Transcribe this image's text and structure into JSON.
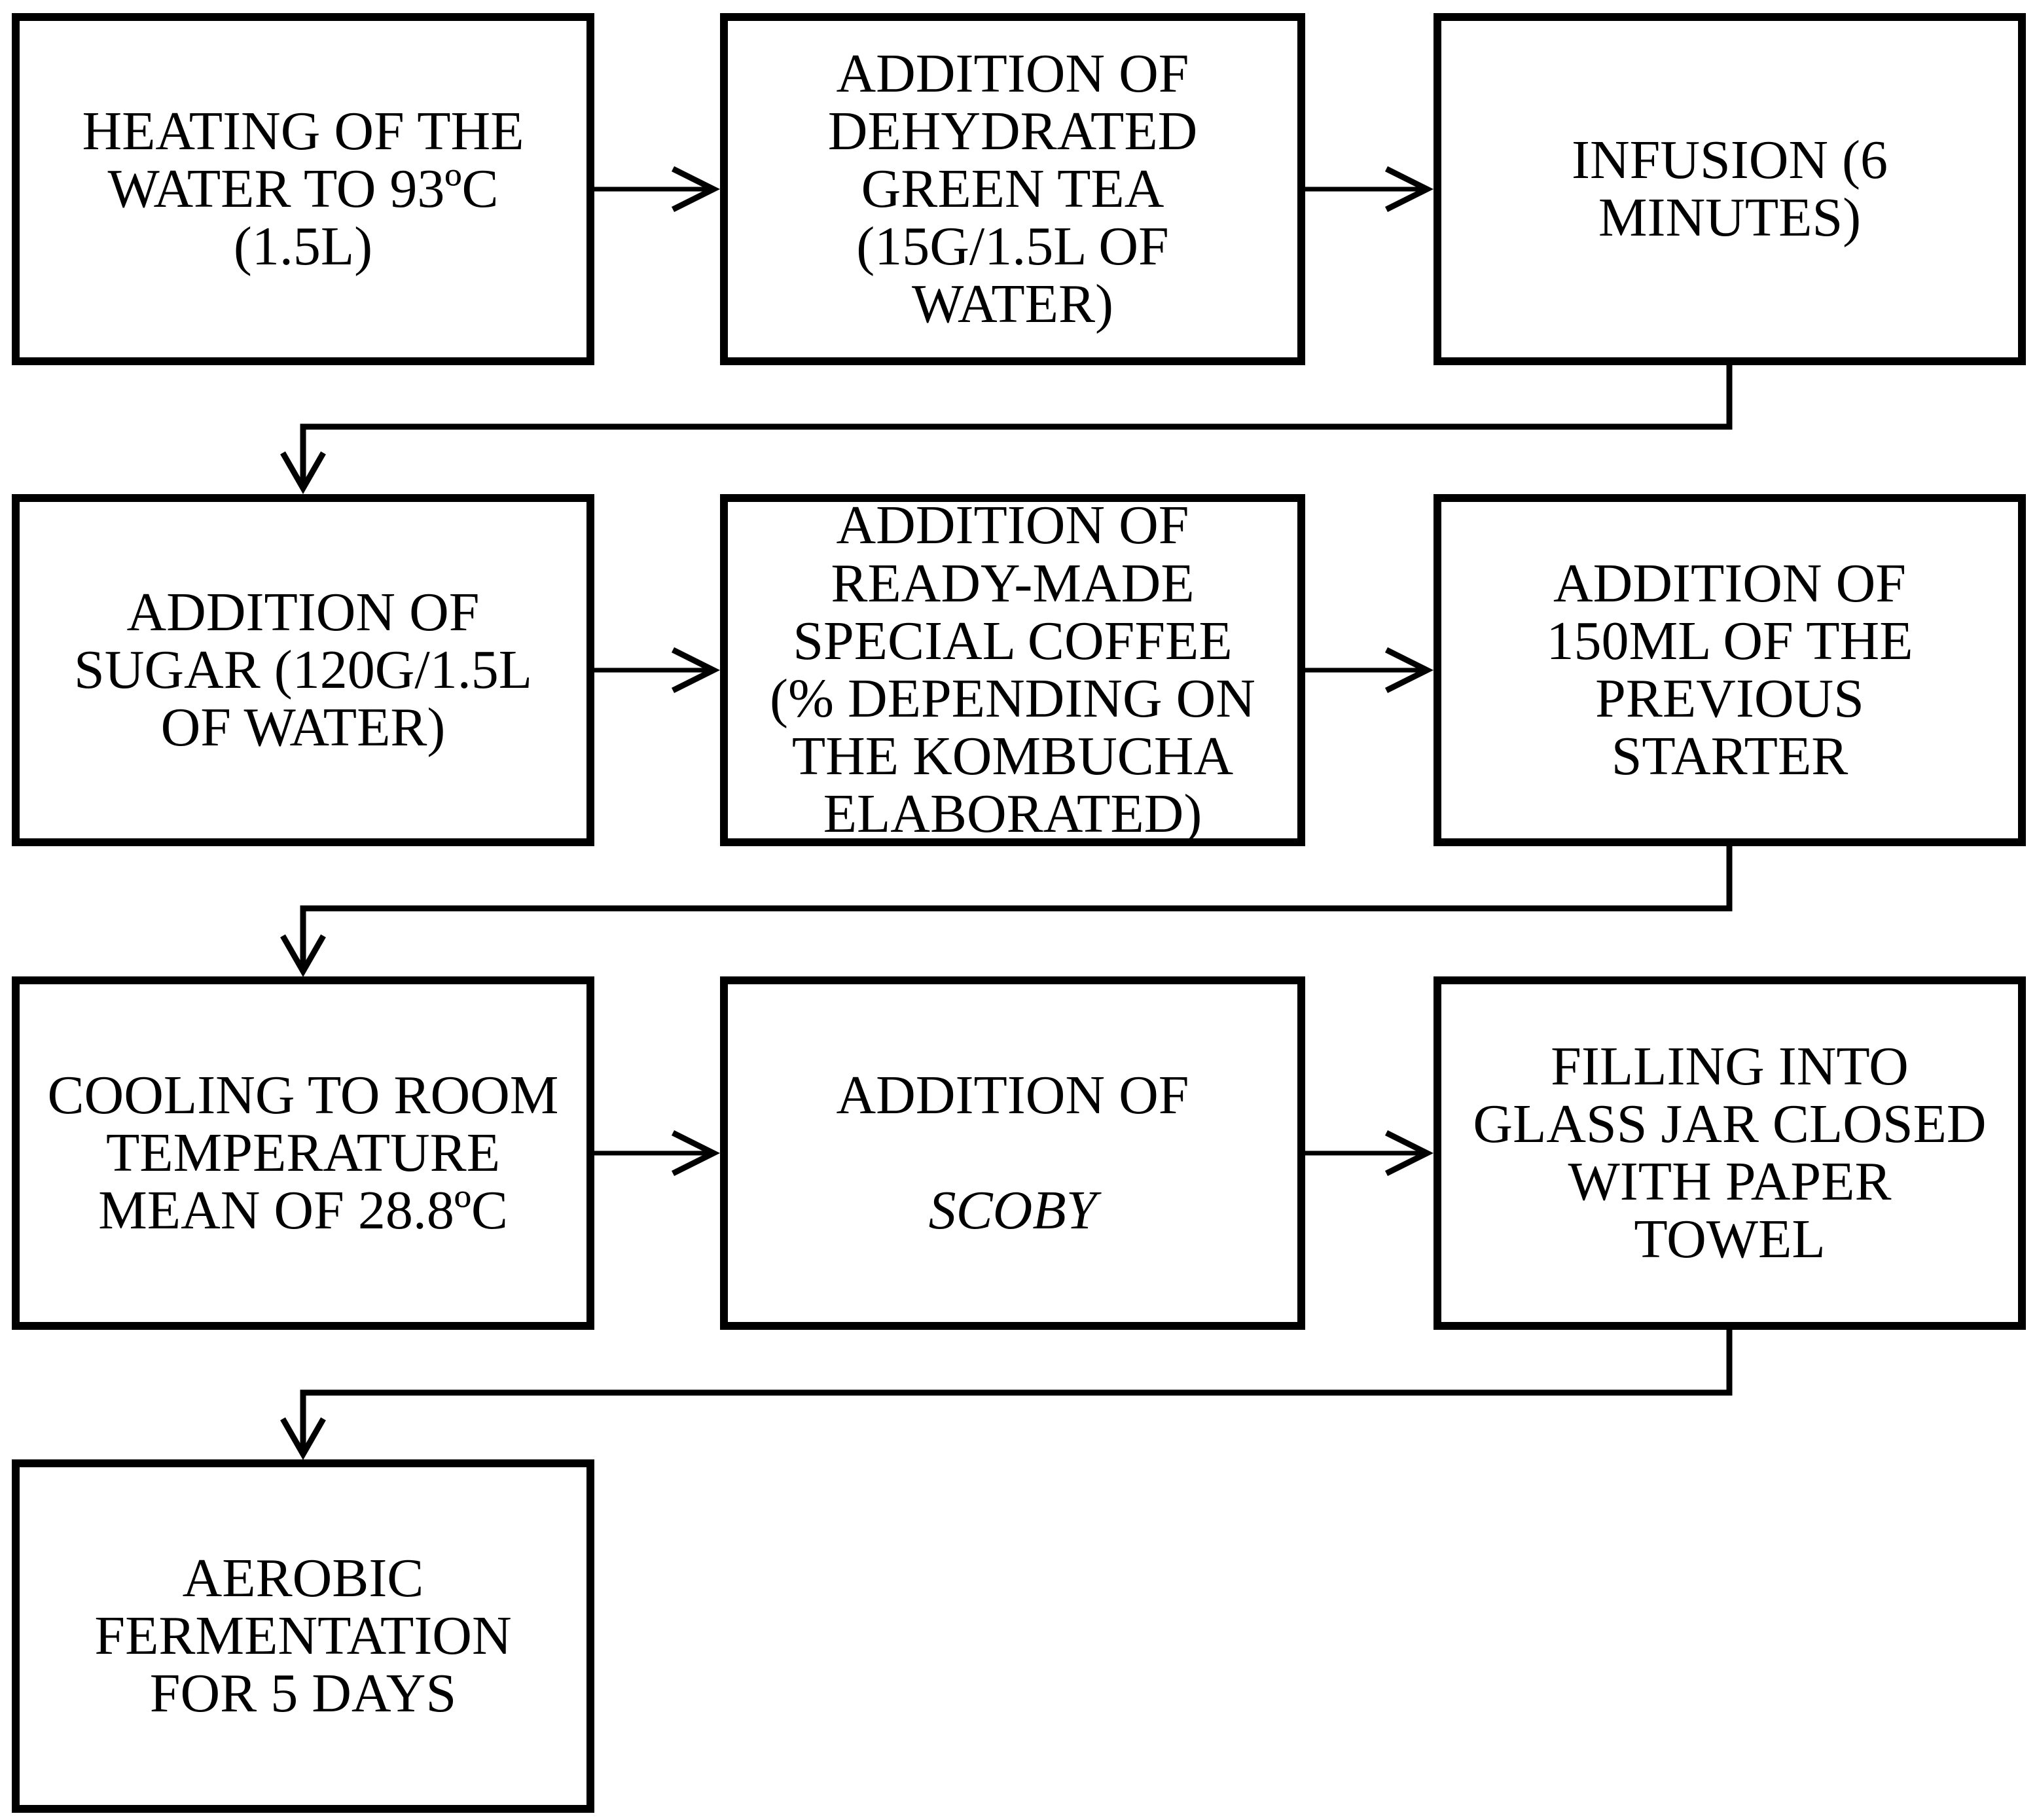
{
  "colors": {
    "background": "#ffffff",
    "lines_and_text": "#000000"
  },
  "diagram": {
    "type": "flowchart",
    "boxes": [
      {
        "id": "heating-water",
        "lines": [
          "HEATING OF THE",
          "WATER TO 93ºC",
          "(1.5L)"
        ]
      },
      {
        "id": "green-tea-addition",
        "lines": [
          "ADDITION OF",
          "DEHYDRATED",
          "GREEN TEA",
          "(15G/1.5L OF",
          "WATER)"
        ]
      },
      {
        "id": "infusion",
        "lines": [
          "INFUSION (6",
          "MINUTES)"
        ]
      },
      {
        "id": "sugar-addition",
        "lines": [
          "ADDITION OF",
          "SUGAR (120G/1.5L",
          "OF WATER)"
        ]
      },
      {
        "id": "coffee-addition",
        "lines": [
          "ADDITION OF",
          "READY-MADE",
          "SPECIAL COFFEE",
          "(% DEPENDING ON",
          "THE KOMBUCHA",
          "ELABORATED)"
        ]
      },
      {
        "id": "starter-addition",
        "lines": [
          "ADDITION OF",
          "150ML OF THE",
          "PREVIOUS",
          "STARTER"
        ]
      },
      {
        "id": "cooling",
        "lines": [
          "COOLING TO ROOM",
          "TEMPERATURE",
          "MEAN OF 28.8ºC"
        ]
      },
      {
        "id": "scoby-addition",
        "lines": [
          "ADDITION OF",
          "SCOBY"
        ],
        "italic_line_index": 1
      },
      {
        "id": "jar-filling",
        "lines": [
          "FILLING INTO",
          "GLASS JAR CLOSED",
          "WITH PAPER",
          "TOWEL"
        ]
      },
      {
        "id": "aerobic-fermentation",
        "lines": [
          "AEROBIC",
          "FERMENTATION",
          "FOR 5 DAYS"
        ]
      }
    ]
  }
}
